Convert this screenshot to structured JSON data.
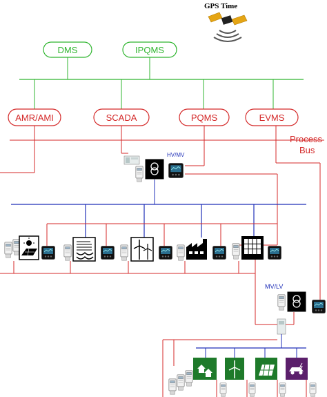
{
  "gps": {
    "label": "GPS Time"
  },
  "systems_top": [
    {
      "id": "dms",
      "label": "DMS"
    },
    {
      "id": "ipqms",
      "label": "IPQMS"
    }
  ],
  "systems_mid": [
    {
      "id": "amr",
      "label": "AMR/AMI"
    },
    {
      "id": "scada",
      "label": "SCADA"
    },
    {
      "id": "pqms",
      "label": "PQMS"
    },
    {
      "id": "evms",
      "label": "EVMS"
    }
  ],
  "process_bus": {
    "line1": "Process",
    "line2": "Bus"
  },
  "substations": {
    "hv_mv": "HV/MV",
    "mv_lv": "MV/LV"
  },
  "colors": {
    "green": "#2fb52f",
    "red": "#d42828",
    "blue": "#1f2fb8",
    "gps_text": "#000000",
    "substation_text": "#1f2fb8"
  },
  "icons": {
    "gps": "satellite-icon",
    "transformer": "transformer-icon",
    "meter": "meter-icon",
    "pq_analyzer": "power-quality-analyzer-icon",
    "gateway": "gateway-device-icon",
    "solar": "solar-plant-icon",
    "hydro": "hydro-plant-icon",
    "wind": "wind-turbine-icon",
    "factory": "factory-icon",
    "pv": "pv-panel-icon",
    "houses": "houses-icon",
    "wind_small": "small-wind-icon",
    "pv_small": "small-pv-icon",
    "ev": "electric-vehicle-icon"
  }
}
